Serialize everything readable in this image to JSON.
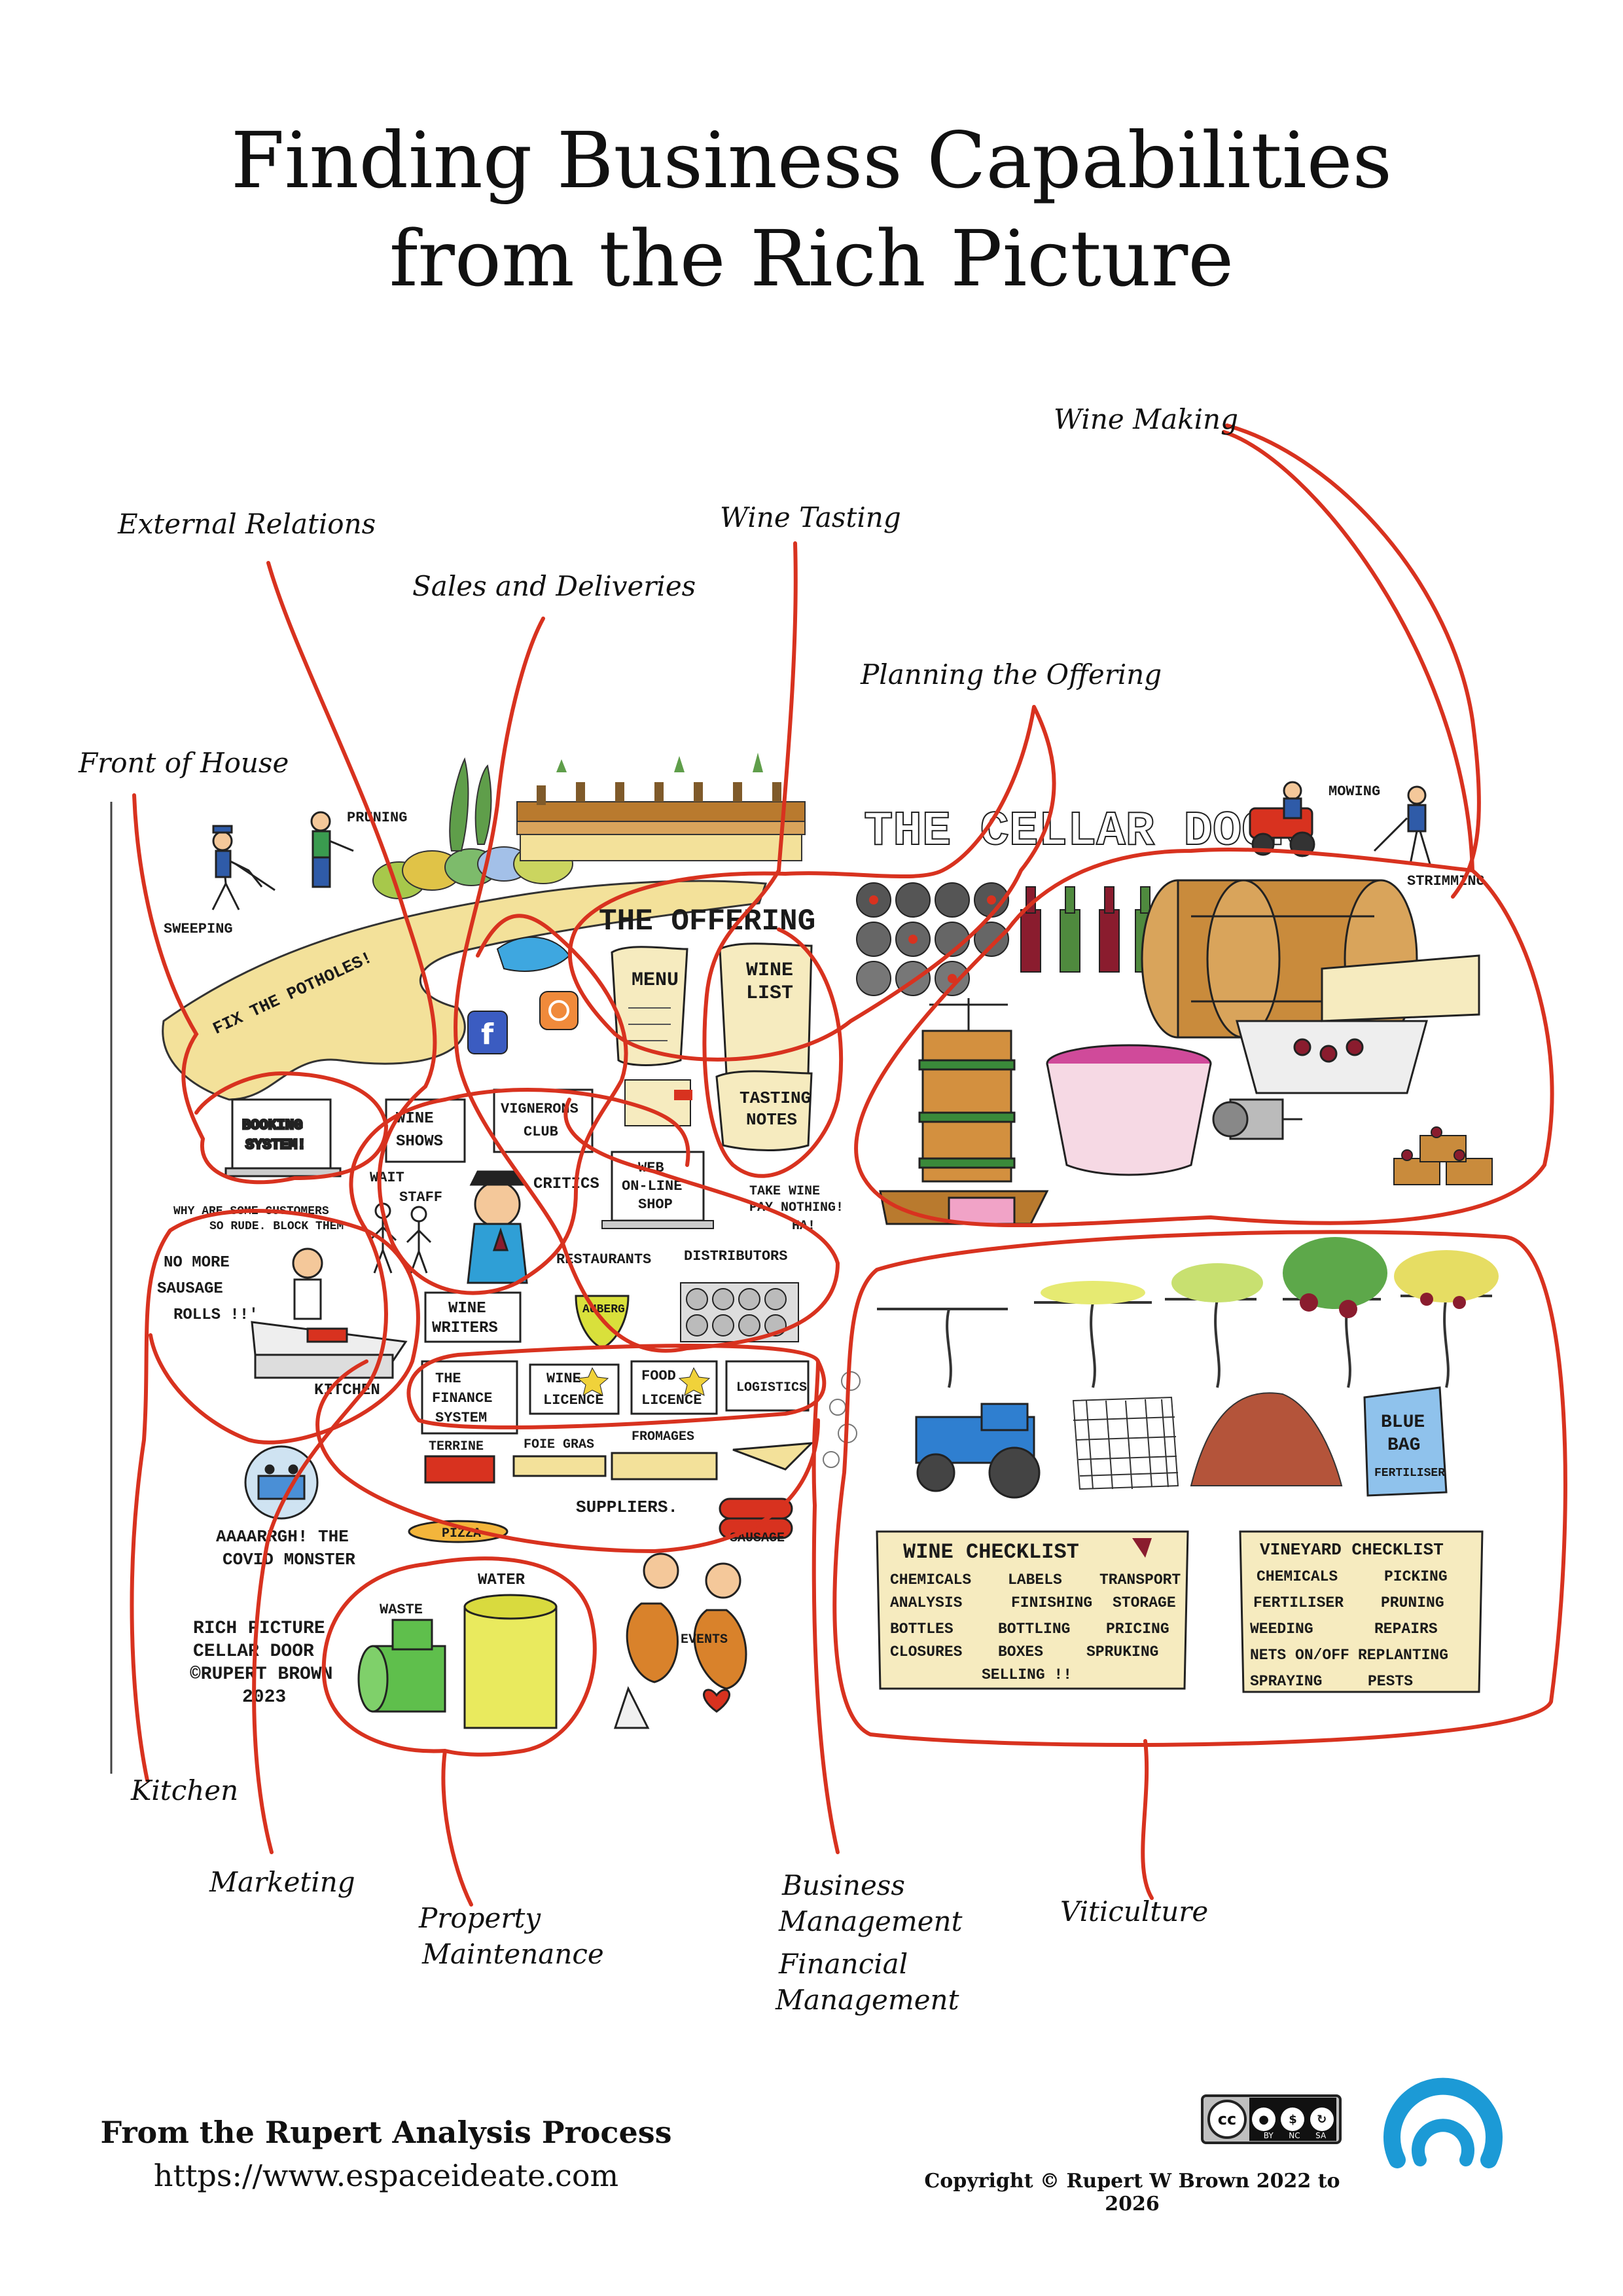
{
  "title": {
    "line1": "Finding Business Capabilities",
    "line2": "from the Rich Picture"
  },
  "capabilities": {
    "wine_making": "Wine Making",
    "external_relations": "External Relations",
    "wine_tasting": "Wine Tasting",
    "sales_and_deliveries": "Sales and Deliveries",
    "planning_the_offering": "Planning the Offering",
    "front_of_house": "Front of House",
    "kitchen": "Kitchen",
    "marketing": "Marketing",
    "property_maintenance_1": "Property",
    "property_maintenance_2": "Maintenance",
    "business_management_1": "Business",
    "business_management_2": "Management",
    "financial_management_1": "Financial",
    "financial_management_2": "Management",
    "viticulture": "Viticulture"
  },
  "picture": {
    "cellar_door": "THE CELLAR DOOR",
    "the_offering": "THE OFFERING",
    "menu": "MENU",
    "wine_list_1": "WINE",
    "wine_list_2": "LIST",
    "tasting_notes_1": "TASTING",
    "tasting_notes_2": "NOTES",
    "booking_1": "BOOKING",
    "booking_2": "SYSTEM!",
    "wine_shows_1": "WINE",
    "wine_shows_2": "SHOWS",
    "vignerons_1": "VIGNERONS",
    "vignerons_2": "CLUB",
    "web_shop_1": "WEB",
    "web_shop_2": "ON-LINE",
    "web_shop_3": "SHOP",
    "critics": "CRITICS",
    "wait_staff_1": "WAIT",
    "wait_staff_2": "STAFF",
    "take_wine": "TAKE WINE",
    "pay_nothing": "PAY NOTHING!",
    "ha": "HA!",
    "rude_1": "WHY ARE SOME CUSTOMERS",
    "rude_2": "SO RUDE. BLOCK THEM",
    "restaurants": "RESTAURANTS",
    "distributors": "DISTRIBUTORS",
    "aubergine": "AUBERG",
    "wine_writers_1": "WINE",
    "wine_writers_2": "WRITERS",
    "no_more_1": "NO MORE",
    "no_more_2": "SAUSAGE",
    "no_more_3": "ROLLS !!'",
    "kitchen": "KITCHEN",
    "finance_1": "THE",
    "finance_2": "FINANCE",
    "finance_3": "SYSTEM",
    "wine_licence_1": "WINE",
    "wine_licence_2": "LICENCE",
    "food_licence_1": "FOOD",
    "food_licence_2": "LICENCE",
    "logistics": "LOGISTICS",
    "terrine": "TERRINE",
    "foie_gras": "FOIE GRAS",
    "fromages": "FROMAGES",
    "suppliers": "SUPPLIERS.",
    "sausage": "SAUSAGE",
    "covid_1": "AAAARRGH! THE",
    "covid_2": "COVID MONSTER",
    "pizza": "PIZZA",
    "water": "WATER",
    "waste": "WASTE",
    "events": "EVENTS",
    "credit_1": "RICH PICTURE",
    "credit_2": "CELLAR DOOR",
    "credit_3": "©RUPERT BROWN",
    "credit_4": "2023",
    "pruning": "PRUNING",
    "sweeping": "SWEEPING",
    "fix_potholes": "FIX THE POTHOLES!",
    "mowing": "MOWING",
    "strimming": "STRIMMING",
    "blue_bag_1": "BLUE",
    "blue_bag_2": "BAG",
    "blue_bag_3": "FERTILISER",
    "wine_checklist": {
      "title": "WINE CHECKLIST",
      "rows": [
        [
          "CHEMICALS",
          "LABELS",
          "TRANSPORT"
        ],
        [
          "ANALYSIS",
          "FINISHING",
          "STORAGE"
        ],
        [
          "BOTTLES",
          "BOTTLING",
          "PRICING"
        ],
        [
          "CLOSURES",
          "BOXES",
          "SPRUKING"
        ],
        [
          "SELLING !!"
        ]
      ]
    },
    "vineyard_checklist": {
      "title": "VINEYARD CHECKLIST",
      "rows": [
        [
          "CHEMICALS",
          "PICKING"
        ],
        [
          "FERTILISER",
          "PRUNING"
        ],
        [
          "WEEDING",
          "REPAIRS"
        ],
        [
          "NETS ON/OFF",
          "REPLANTING"
        ],
        [
          "SPRAYING",
          "PESTS"
        ]
      ]
    }
  },
  "footer": {
    "from": "From the Rupert Analysis Process",
    "url": "https://www.espaceideate.com",
    "copyright": "Copyright © Rupert W Brown 2022 to 2026",
    "cc": "cc",
    "cc_by": "BY",
    "cc_nc": "NC",
    "cc_sa": "SA"
  },
  "colors": {
    "boundary": "#d8321f",
    "logo": "#1c9ad6",
    "wood": "#b97a2e",
    "grass": "#c9d86b",
    "wine": "#8a1c2e"
  }
}
